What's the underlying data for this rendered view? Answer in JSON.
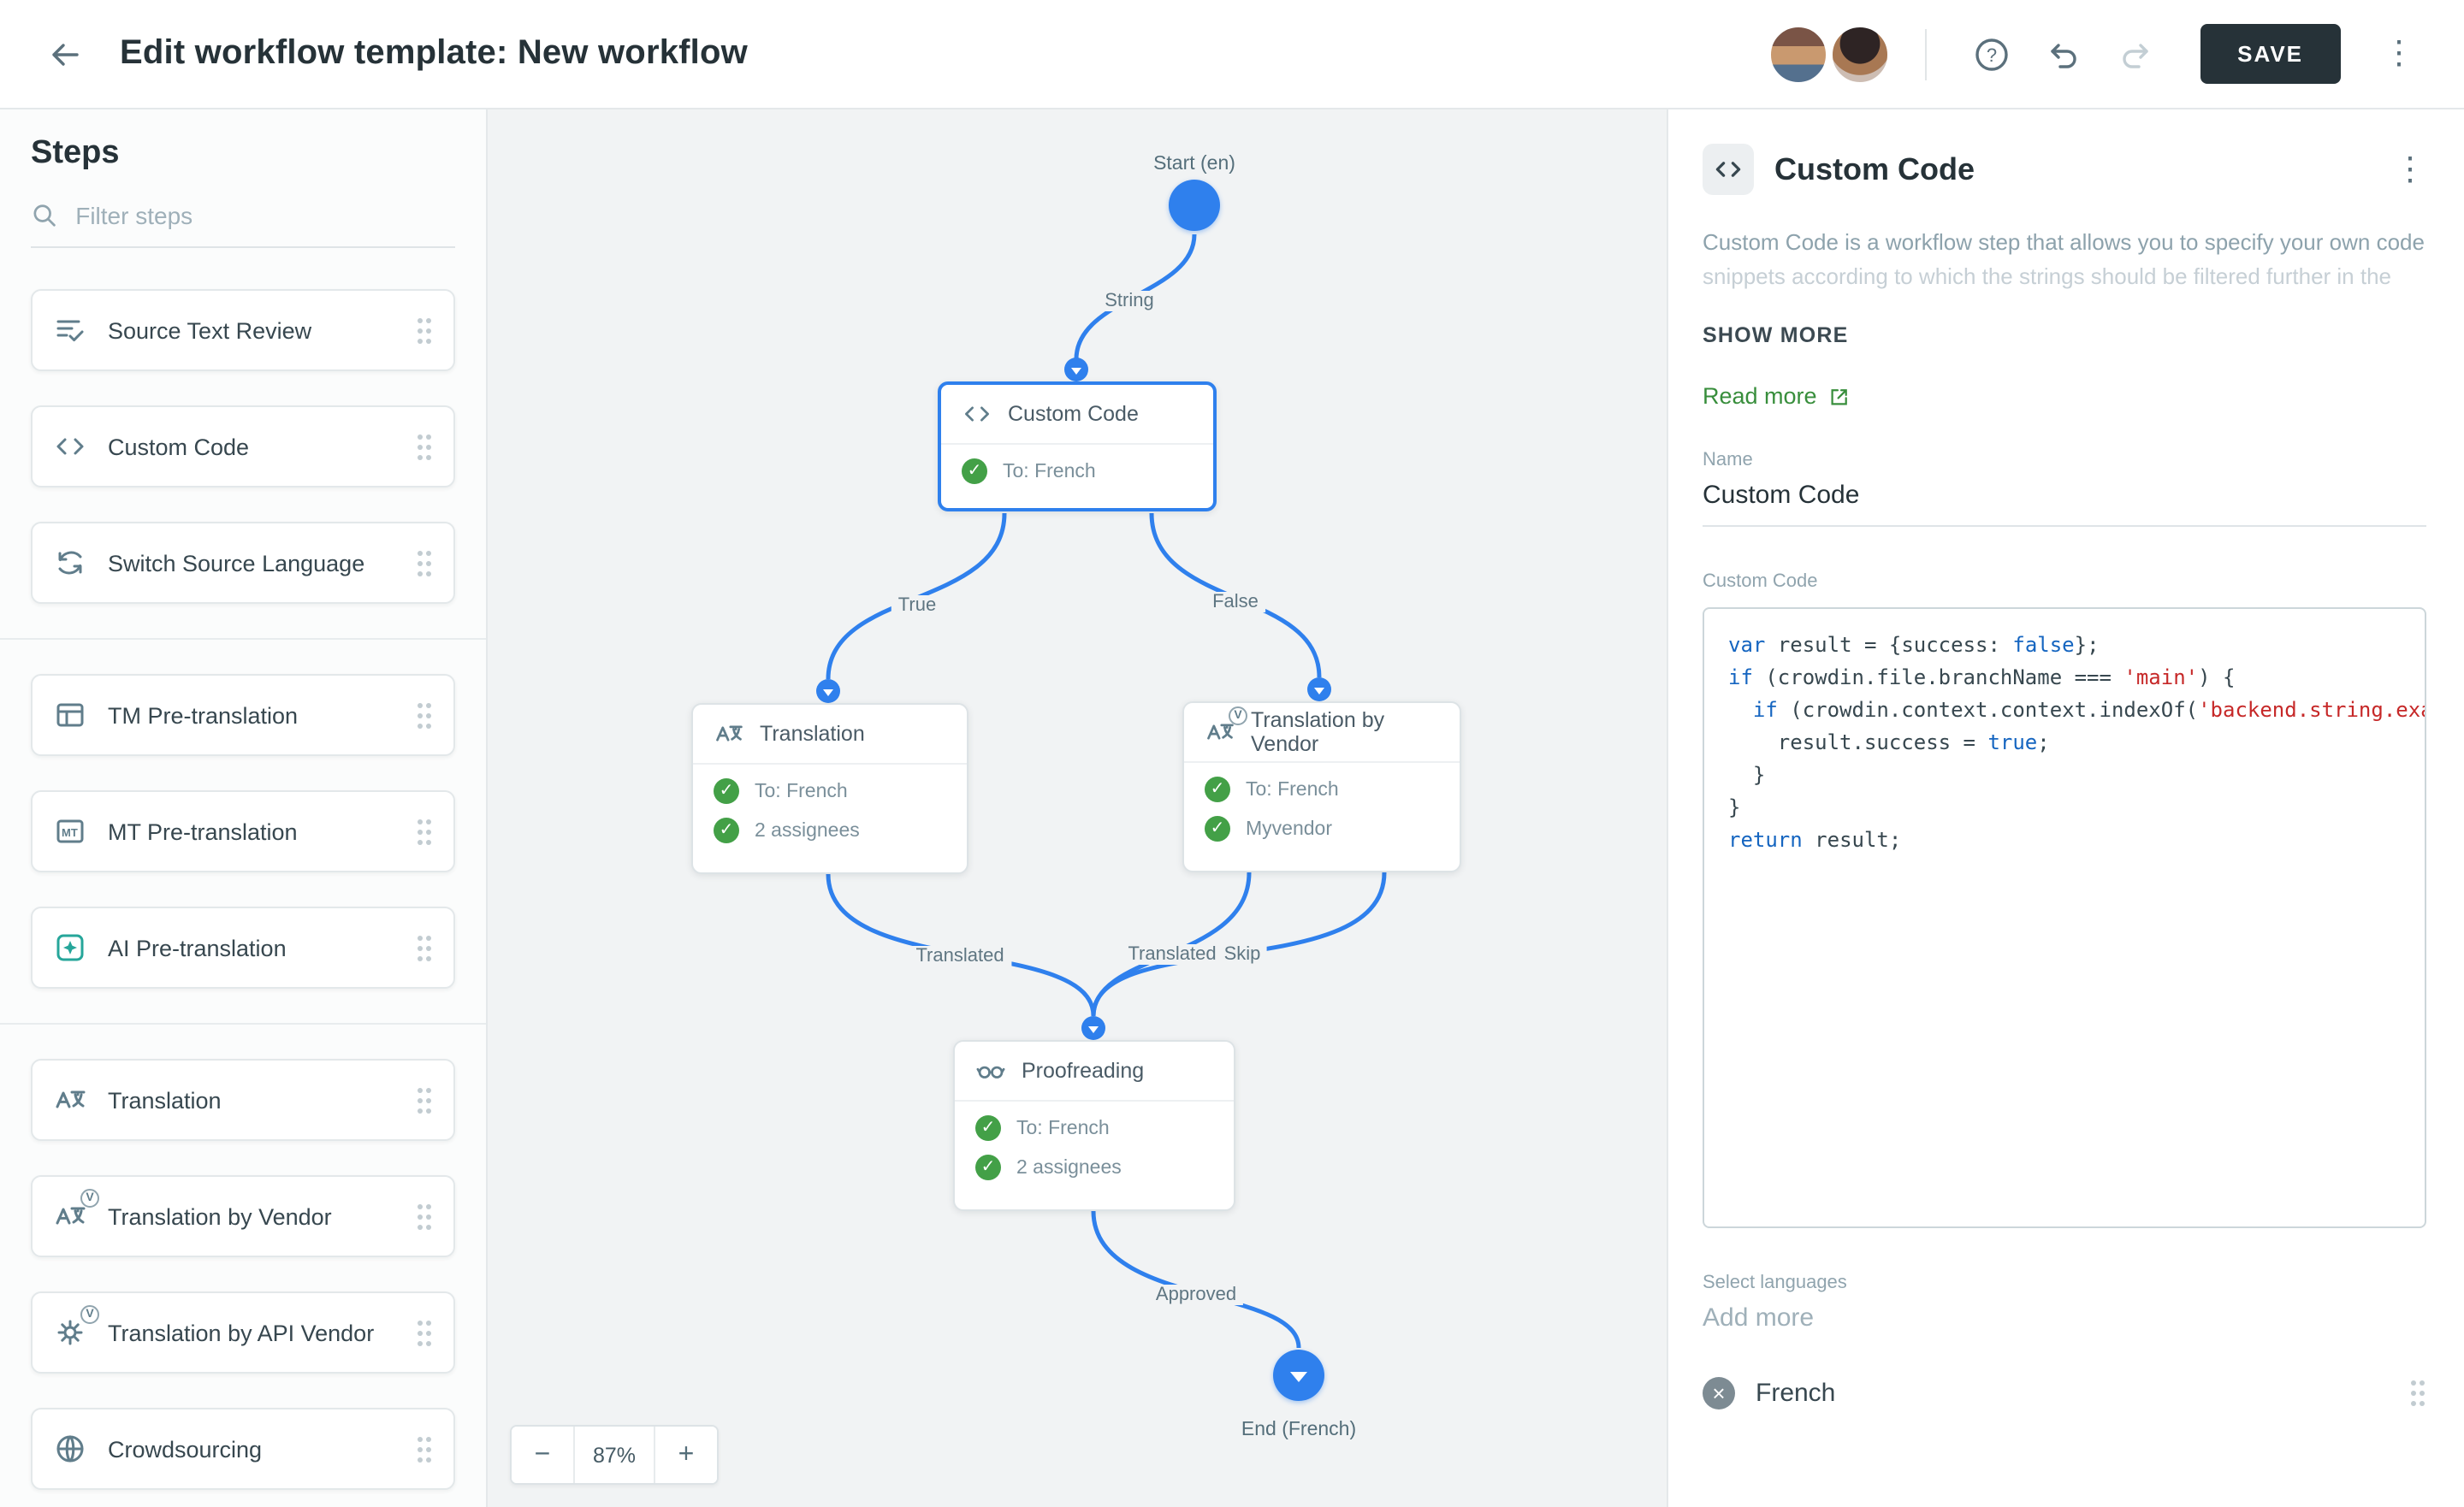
{
  "header": {
    "title": "Edit workflow template: New workflow",
    "save_label": "SAVE"
  },
  "sidebar": {
    "title": "Steps",
    "filter_placeholder": "Filter steps",
    "items": [
      {
        "label": "Source Text Review",
        "icon": "source-text-review-icon"
      },
      {
        "label": "Custom Code",
        "icon": "code-icon"
      },
      {
        "label": "Switch Source Language",
        "icon": "switch-language-icon"
      },
      {
        "label": "TM Pre-translation",
        "icon": "tm-pretranslation-icon"
      },
      {
        "label": "MT Pre-translation",
        "icon": "mt-pretranslation-icon"
      },
      {
        "label": "AI Pre-translation",
        "icon": "ai-pretranslation-icon"
      },
      {
        "label": "Translation",
        "icon": "translate-icon"
      },
      {
        "label": "Translation by Vendor",
        "icon": "translate-vendor-icon"
      },
      {
        "label": "Translation by API Vendor",
        "icon": "translate-api-vendor-icon"
      },
      {
        "label": "Crowdsourcing",
        "icon": "crowdsourcing-icon"
      }
    ]
  },
  "canvas": {
    "zoom": "87%",
    "start_label": "Start (en)",
    "end_label": "End (French)",
    "edge_labels": {
      "string": "String",
      "true": "True",
      "false": "False",
      "translated_left": "Translated",
      "translated_right": "Translated",
      "skip": "Skip",
      "approved": "Approved"
    },
    "nodes": {
      "custom_code": {
        "title": "Custom Code",
        "rows": [
          {
            "text": "To: French"
          }
        ]
      },
      "translation": {
        "title": "Translation",
        "rows": [
          {
            "text": "To: French"
          },
          {
            "text": "2 assignees"
          }
        ]
      },
      "translation_by_vendor": {
        "title": "Translation by Vendor",
        "rows": [
          {
            "text": "To: French"
          },
          {
            "text": "Myvendor"
          }
        ]
      },
      "proofreading": {
        "title": "Proofreading",
        "rows": [
          {
            "text": "To: French"
          },
          {
            "text": "2 assignees"
          }
        ]
      }
    }
  },
  "panel": {
    "title": "Custom Code",
    "description_line1": "Custom Code is a workflow step that allows you to specify your own code",
    "description_line2": "snippets according to which the strings should be filtered further in the",
    "show_more": "SHOW MORE",
    "read_more": "Read more",
    "name_label": "Name",
    "name_value": "Custom Code",
    "code_label": "Custom Code",
    "code": {
      "lines": [
        [
          {
            "c": "k",
            "t": "var"
          },
          {
            "c": "p",
            "t": " result = {success: "
          },
          {
            "c": "k",
            "t": "false"
          },
          {
            "c": "p",
            "t": "};"
          }
        ],
        [
          {
            "c": "k",
            "t": "if"
          },
          {
            "c": "p",
            "t": " (crowdin.file.branchName === "
          },
          {
            "c": "s",
            "t": "'main'"
          },
          {
            "c": "p",
            "t": ") {"
          }
        ],
        [
          {
            "c": "p",
            "t": "  "
          },
          {
            "c": "k",
            "t": "if"
          },
          {
            "c": "p",
            "t": " (crowdin.context.context.indexOf("
          },
          {
            "c": "s",
            "t": "'backend.string.exam"
          }
        ],
        [
          {
            "c": "p",
            "t": "    result.success = "
          },
          {
            "c": "k",
            "t": "true"
          },
          {
            "c": "p",
            "t": ";"
          }
        ],
        [
          {
            "c": "p",
            "t": "  }"
          }
        ],
        [
          {
            "c": "p",
            "t": "}"
          }
        ],
        [
          {
            "c": "k",
            "t": "return"
          },
          {
            "c": "p",
            "t": " result;"
          }
        ]
      ]
    },
    "select_languages_label": "Select languages",
    "add_more_placeholder": "Add more",
    "languages": [
      "French"
    ]
  }
}
